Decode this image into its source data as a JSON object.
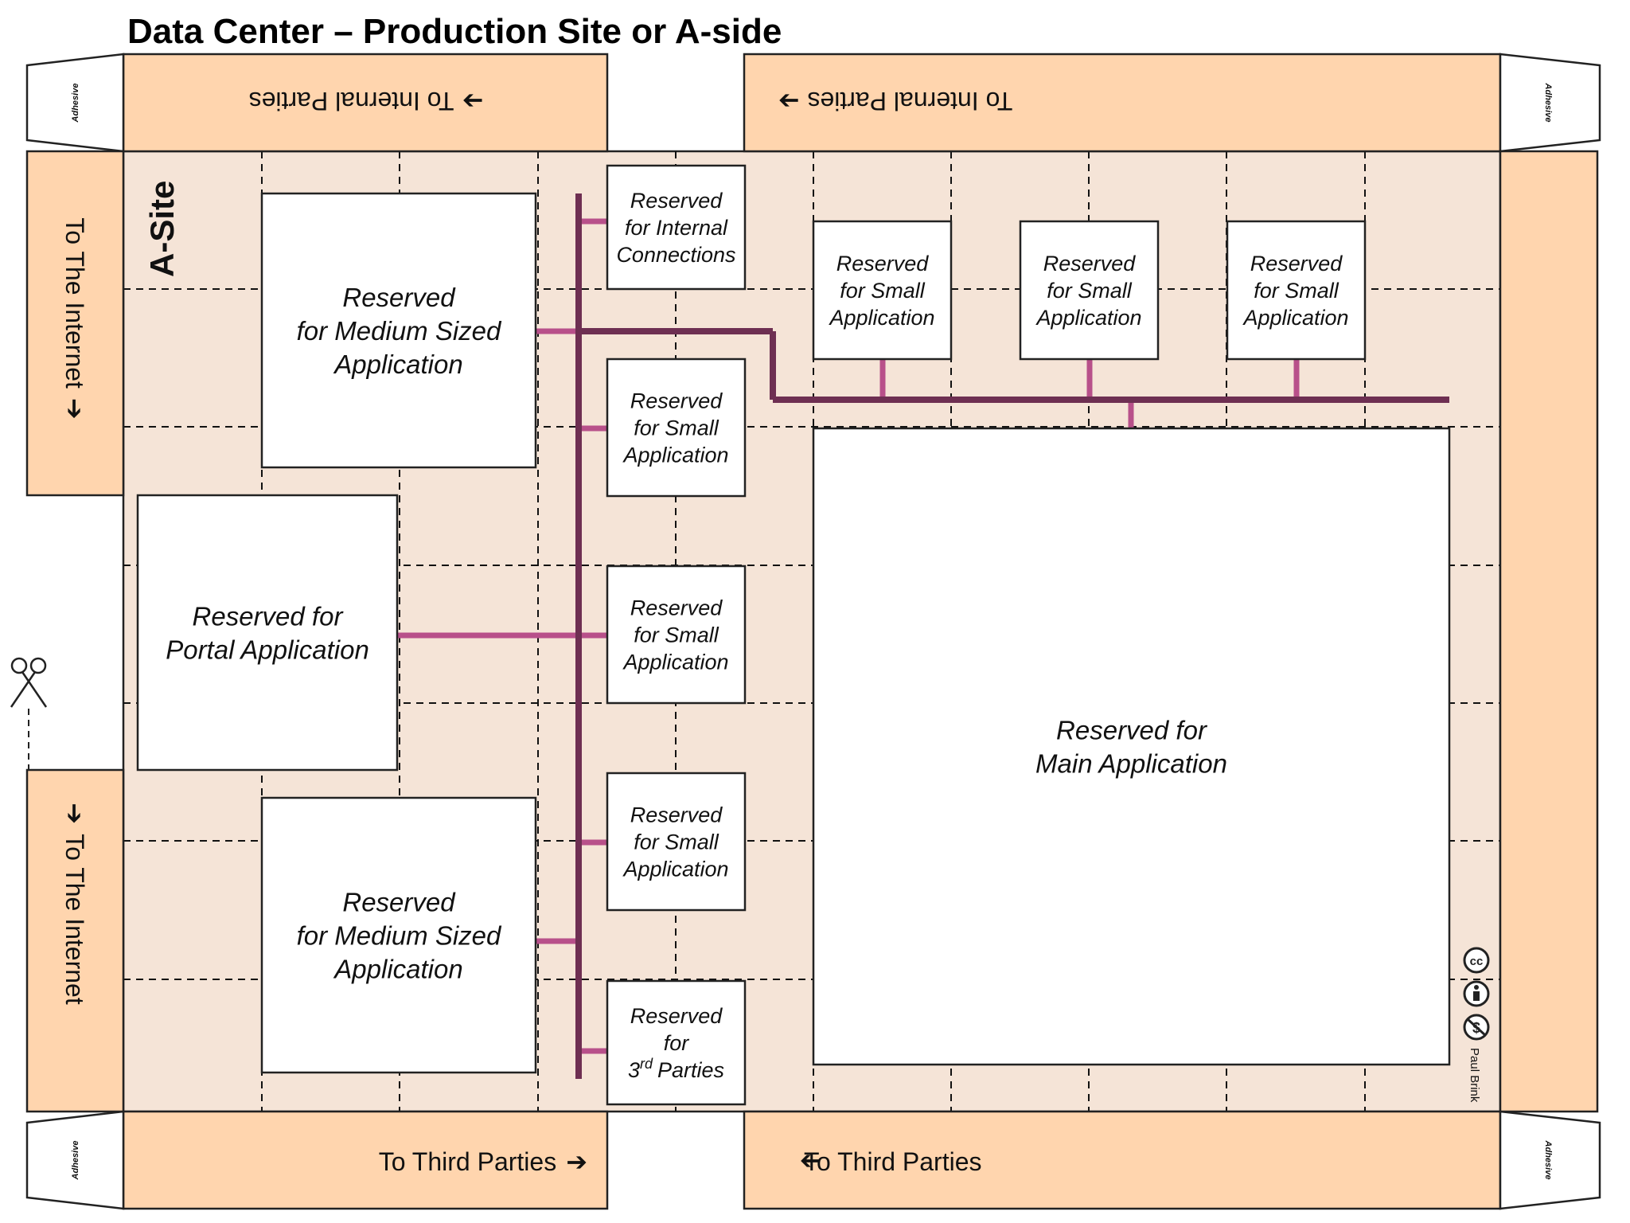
{
  "title": "Data Center – Production Site or A-side",
  "site_label": "A-Site",
  "colors": {
    "flap": "#ffd5ae",
    "base": "#f5e4d7",
    "line_dark": "#6e2f52",
    "line_light": "#b8508a",
    "border": "#222222",
    "dash": "#111111"
  },
  "flaps": {
    "top_left": {
      "text": "To Internal Parties",
      "arrow": "➔"
    },
    "top_right": {
      "text": "To Internal Parties",
      "arrow": "➔"
    },
    "bottom_left": {
      "text": "To Third Parties",
      "arrow": "➔"
    },
    "bottom_right": {
      "text": "To Third Parties",
      "arrow": "➔"
    },
    "left_upper": {
      "text": "To The Internet",
      "arrow": "➔"
    },
    "left_lower": {
      "text": "To The Internet",
      "arrow": "➔"
    }
  },
  "adhesive_label": "Adhesive",
  "boxes": {
    "medium_top": {
      "lines": [
        "Reserved",
        "for Medium Sized",
        "Application"
      ]
    },
    "medium_bottom": {
      "lines": [
        "Reserved",
        "for Medium Sized",
        "Application"
      ]
    },
    "portal": {
      "lines": [
        "Reserved for",
        "Portal Application"
      ]
    },
    "internal_conn": {
      "lines": [
        "Reserved",
        "for Internal",
        "Connections"
      ]
    },
    "small_1": {
      "lines": [
        "Reserved",
        "for Small",
        "Application"
      ]
    },
    "small_2": {
      "lines": [
        "Reserved",
        "for Small",
        "Application"
      ]
    },
    "small_3": {
      "lines": [
        "Reserved",
        "for Small",
        "Application"
      ]
    },
    "small_top_1": {
      "lines": [
        "Reserved",
        "for Small",
        "Application"
      ]
    },
    "small_top_2": {
      "lines": [
        "Reserved",
        "for Small",
        "Application"
      ]
    },
    "small_top_3": {
      "lines": [
        "Reserved",
        "for Small",
        "Application"
      ]
    },
    "third_parties": {
      "lines": [
        "Reserved",
        "for",
        "Parties"
      ],
      "ordinal": "3",
      "ordinal_suffix": "rd"
    },
    "main": {
      "lines": [
        "Reserved for",
        "Main Application"
      ]
    }
  },
  "license": {
    "cc": "cc",
    "author": "Paul Brink"
  },
  "icons": {
    "scissors": "scissors-icon",
    "by": "by-attribution-icon",
    "nc": "non-commercial-icon"
  }
}
